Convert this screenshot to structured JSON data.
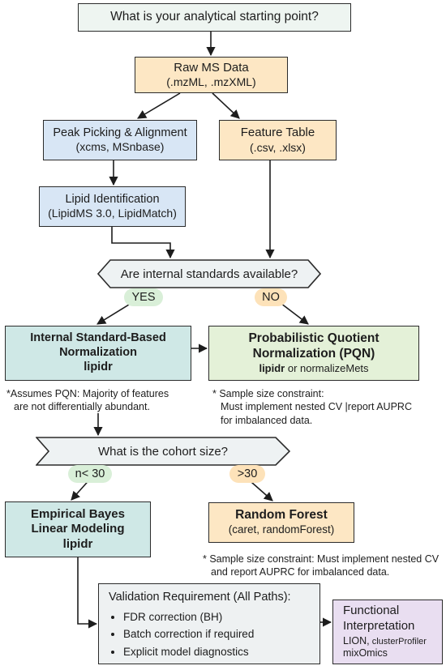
{
  "start": {
    "label": "What is your analytical starting point?"
  },
  "raw_ms": {
    "title": "Raw MS Data",
    "formats": "(.mzML, .mzXML)"
  },
  "peak_picking": {
    "title": "Peak Picking & Alignment",
    "tools": "(xcms, MSnbase)"
  },
  "feature_table": {
    "title": "Feature Table",
    "formats": "(.csv, .xlsx)"
  },
  "lipid_id": {
    "title": "Lipid Identification",
    "tools": "(LipidMS 3.0, LipidMatch)"
  },
  "decision1": {
    "question": "Are internal standards available?",
    "yes": "YES",
    "no": "NO"
  },
  "is_norm": {
    "title_line1": "Internal Standard-Based",
    "title_line2": "Normalization",
    "tool": "lipidr"
  },
  "pqn": {
    "title_line1": "Probabilistic Quotient",
    "title_line2": "Normalization (PQN)",
    "tool": "lipidr",
    "tool_alt": " or normalizeMets"
  },
  "note_pqn_assume": {
    "star": "*",
    "line1": "Assumes PQN: Majority of features",
    "line2": "are not differentially abundant."
  },
  "note_sample1": {
    "line1": "Sample size constraint:",
    "line2": "Must implement nested CV  |report AUPRC",
    "line3": "for imbalanced data."
  },
  "decision2": {
    "question": "What is the cohort size?",
    "small": "n< 30",
    "large": ">30"
  },
  "eb": {
    "line1": "Empirical Bayes",
    "line2": "Linear Modeling",
    "tool": "lipidr"
  },
  "rf": {
    "title": "Random Forest",
    "tools": "(caret, randomForest)"
  },
  "note_sample2": {
    "line1": "Sample size constraint: Must implement nested CV",
    "line2": "and report AUPRC for imbalanced data."
  },
  "validation": {
    "title": "Validation Requirement (All Paths):",
    "items": [
      "FDR correction (BH)",
      "Batch correction if required",
      "Explicit model diagnostics"
    ]
  },
  "functional": {
    "title_line1": "Functional",
    "title_line2": "Interpretation",
    "tools_a": "LION,",
    "tools_b": " clusterProfiler",
    "tools_c": "mixOmics"
  },
  "colors": {
    "line": "#1d1d1d",
    "start_bg": "#eef5f1",
    "orange_bg": "#fde7c4",
    "blue_bg": "#d8e6f5",
    "teal_bg": "#cfe8e6",
    "green_bg": "#e4f1d8",
    "purple_bg": "#e9def1"
  }
}
